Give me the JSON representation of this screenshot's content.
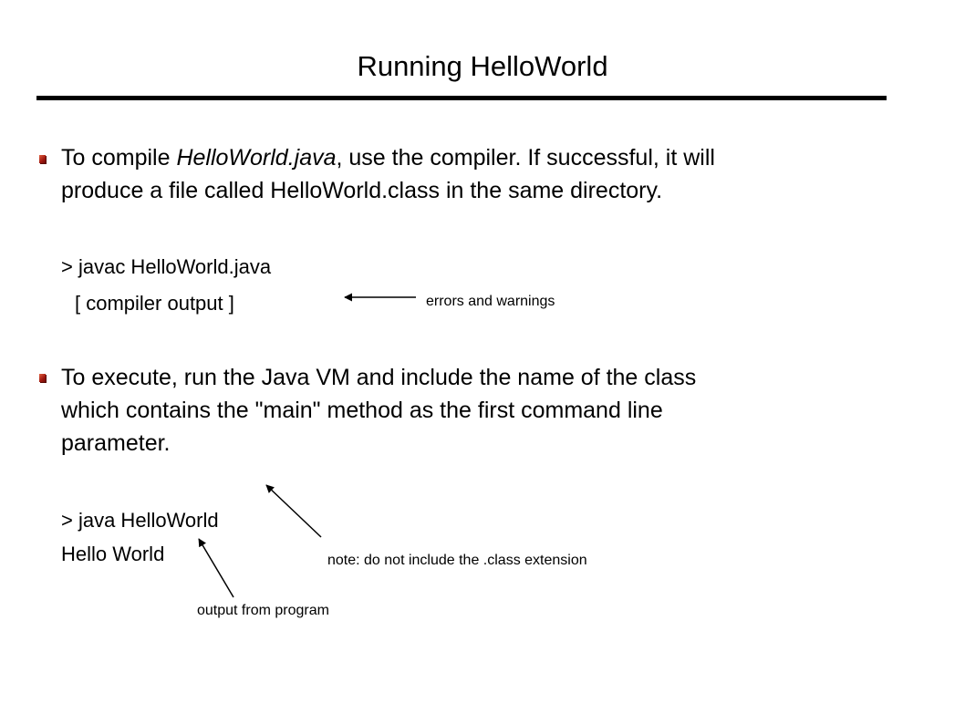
{
  "title": "Running HelloWorld",
  "bullet1": {
    "before": "To compile ",
    "em": "HelloWorld.java",
    "after": ", use the compiler.  If successful, it will",
    "line2": "produce a file called HelloWorld.class in the same directory."
  },
  "compile_cmd": "> javac HelloWorld.java",
  "compiler_output": "[ compiler output ]",
  "errors_note": "errors and warnings",
  "bullet2": {
    "line1": "To execute, run the Java VM and include the name of the class",
    "line2": "which contains the \"main\" method as the first command line",
    "line3": "parameter."
  },
  "run_cmd": "> java HelloWorld",
  "program_output": "Hello World",
  "class_note": "note: do not include the .class extension",
  "output_note": "output from program",
  "colors": {
    "bullet": "#a01810",
    "text": "#000000",
    "background": "#ffffff"
  }
}
